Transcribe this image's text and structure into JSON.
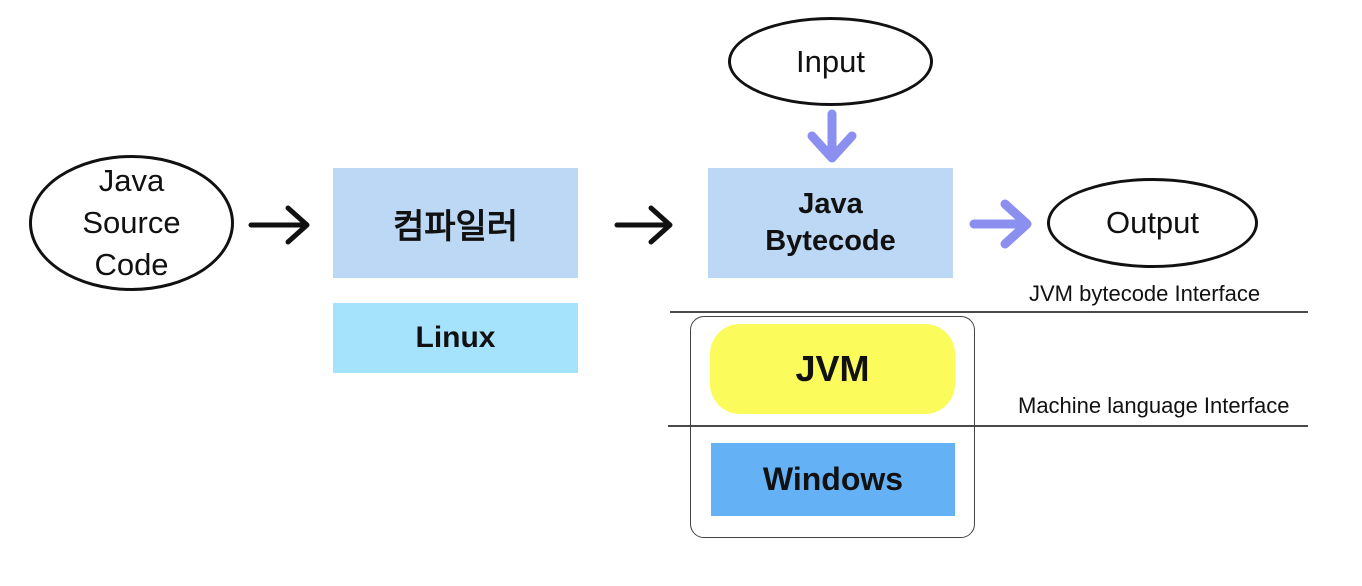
{
  "diagram": {
    "nodes": {
      "java_source": {
        "label": "Java\nSource\nCode",
        "shape": "ellipse"
      },
      "compiler": {
        "label": "컴파일러",
        "shape": "rect",
        "color": "#BCD8F5"
      },
      "linux": {
        "label": "Linux",
        "shape": "rect",
        "color": "#A5E3FC"
      },
      "input": {
        "label": "Input",
        "shape": "ellipse"
      },
      "java_bytecode": {
        "label": "Java\nBytecode",
        "shape": "rect",
        "color": "#BCD8F5"
      },
      "output": {
        "label": "Output",
        "shape": "ellipse"
      },
      "jvm": {
        "label": "JVM",
        "shape": "rounded-rect",
        "color": "#FBFB5C"
      },
      "windows": {
        "label": "Windows",
        "shape": "rect",
        "color": "#64B2F5"
      }
    },
    "labels": {
      "jvm_interface": "JVM bytecode Interface",
      "machine_interface": "Machine language Interface"
    },
    "connectors": {
      "source_to_compiler": {
        "type": "arrow",
        "color": "#111111",
        "direction": "right"
      },
      "compiler_to_bytecode": {
        "type": "arrow",
        "color": "#111111",
        "direction": "right"
      },
      "input_to_bytecode": {
        "type": "arrow",
        "color": "#8A8FF0",
        "direction": "down"
      },
      "bytecode_to_output": {
        "type": "arrow",
        "color": "#8A8FF0",
        "direction": "right"
      }
    },
    "colors": {
      "box_blue": "#BCD8F5",
      "linux_cyan": "#A5E3FC",
      "windows_blue": "#64B2F5",
      "jvm_yellow": "#FBFB5C",
      "arrow_purple": "#8A8FF0",
      "arrow_black": "#111111",
      "line_gray": "#4a4a4a"
    }
  }
}
